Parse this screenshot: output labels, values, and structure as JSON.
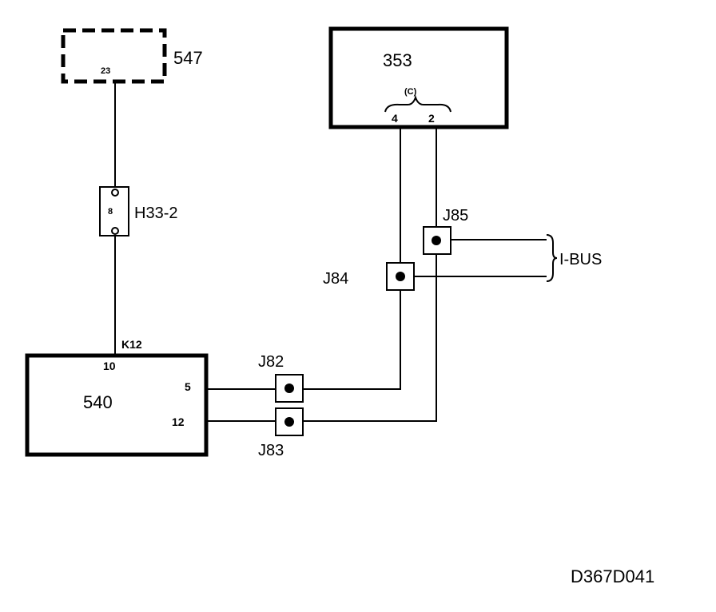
{
  "components": {
    "c547": {
      "label": "547",
      "pin": "23"
    },
    "c353": {
      "label": "353",
      "connector": "(C)",
      "pin_a": "4",
      "pin_b": "2"
    },
    "c540": {
      "label": "540",
      "connector": "K12",
      "pin_top": "10",
      "pin_a": "5",
      "pin_b": "12"
    },
    "h33": {
      "label": "H33-2",
      "pin": "8"
    }
  },
  "junctions": {
    "j82": "J82",
    "j83": "J83",
    "j84": "J84",
    "j85": "J85"
  },
  "bus_label": "I-BUS",
  "diagram_id": "D367D041"
}
